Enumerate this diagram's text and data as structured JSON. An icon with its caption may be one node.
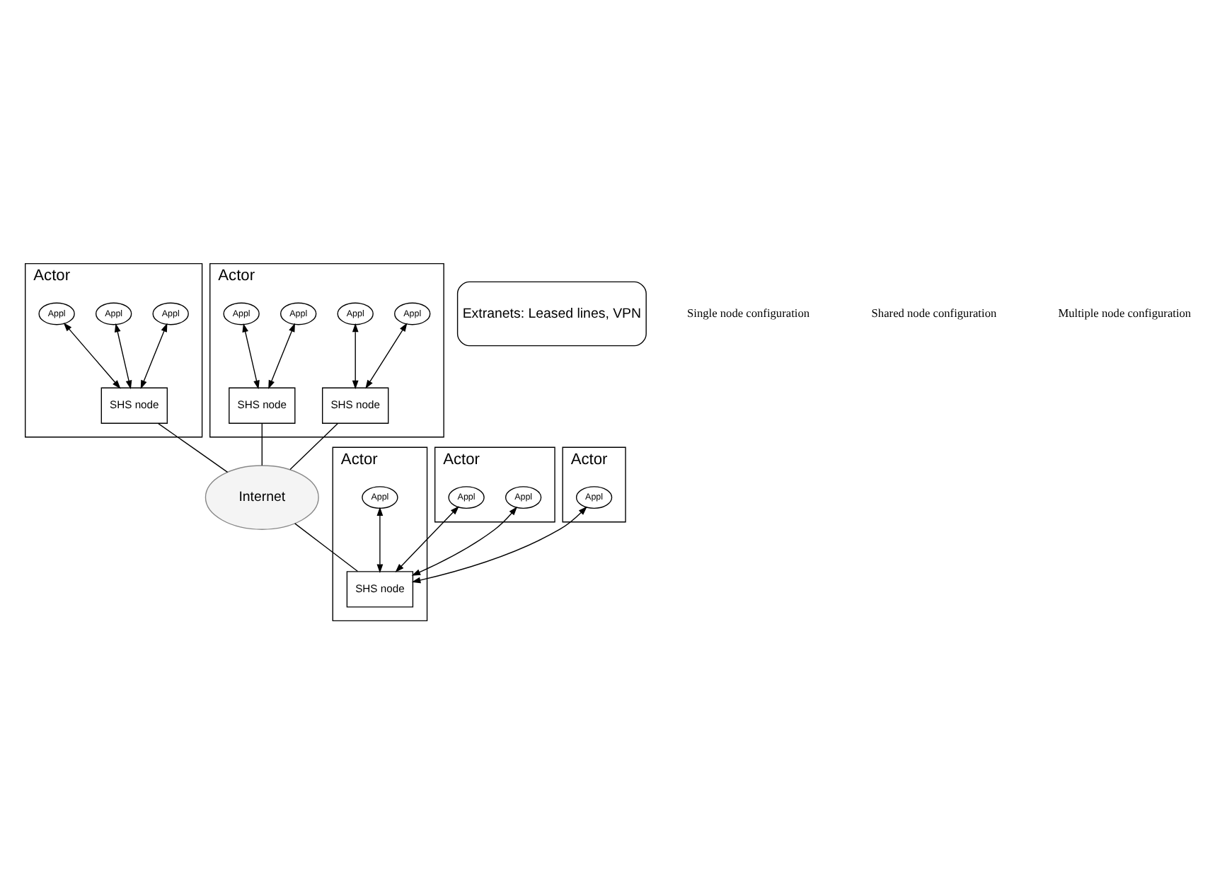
{
  "diagram": {
    "nodes": [
      {
        "text": [
          "Actor"
        ]
      },
      {
        "text": [
          "Appl"
        ],
        "in": 0
      },
      {
        "text": [
          "Appl"
        ],
        "in": 0
      },
      {
        "text": [
          "Appl"
        ],
        "in": 0
      },
      {
        "text": [
          "SHS node"
        ],
        "in": 0
      },
      {
        "text": [
          "Internet"
        ]
      },
      {
        "text": [
          "Actor"
        ]
      },
      {
        "text": [
          "Appl"
        ],
        "in": 6
      },
      {
        "text": [
          "Appl"
        ],
        "in": 6
      },
      {
        "text": [
          "Appl"
        ],
        "in": 6
      },
      {
        "text": [
          "Appl"
        ],
        "in": 6
      },
      {
        "text": [
          "SHS node"
        ],
        "in": 6
      },
      {
        "text": [
          "SHS node"
        ],
        "in": 6
      },
      {
        "text": [
          "Actor"
        ]
      },
      {
        "text": [
          "Appl"
        ],
        "in": 13
      },
      {
        "text": [
          "Appl"
        ],
        "in": 13
      },
      {
        "text": [
          "Actor"
        ]
      },
      {
        "text": [
          "Appl"
        ],
        "in": 16
      },
      {
        "text": [
          "Extranets: Leased lines, VPN"
        ]
      },
      {
        "text": [
          "Actor"
        ]
      },
      {
        "text": [
          "Appl"
        ],
        "in": 19
      },
      {
        "text": [
          "SHS node"
        ],
        "in": 19
      }
    ],
    "edges": [
      {
        "from": 1,
        "to": 4,
        "arrow": "both"
      },
      {
        "from": 2,
        "to": 4,
        "arrow": "both"
      },
      {
        "from": 3,
        "to": 4,
        "arrow": "both"
      },
      {
        "from": 4,
        "to": 5,
        "arrow": "none"
      },
      {
        "from": 7,
        "to": 11,
        "arrow": "both"
      },
      {
        "from": 8,
        "to": 11,
        "arrow": "both"
      },
      {
        "from": 9,
        "to": 12,
        "arrow": "both"
      },
      {
        "from": 10,
        "to": 12,
        "arrow": "both"
      },
      {
        "from": 11,
        "to": 5,
        "arrow": "none"
      },
      {
        "from": 12,
        "to": 5,
        "arrow": "none"
      },
      {
        "from": 5,
        "to": 21,
        "arrow": "none"
      },
      {
        "from": 14,
        "to": 21,
        "arrow": "both"
      },
      {
        "from": 15,
        "to": 21,
        "arrow": "both"
      },
      {
        "from": 17,
        "to": 21,
        "arrow": "both"
      },
      {
        "from": 20,
        "to": 21,
        "arrow": "both"
      }
    ],
    "labels": [
      "Single node configuration",
      "Shared node configuration",
      "Multiple node configuration"
    ]
  }
}
